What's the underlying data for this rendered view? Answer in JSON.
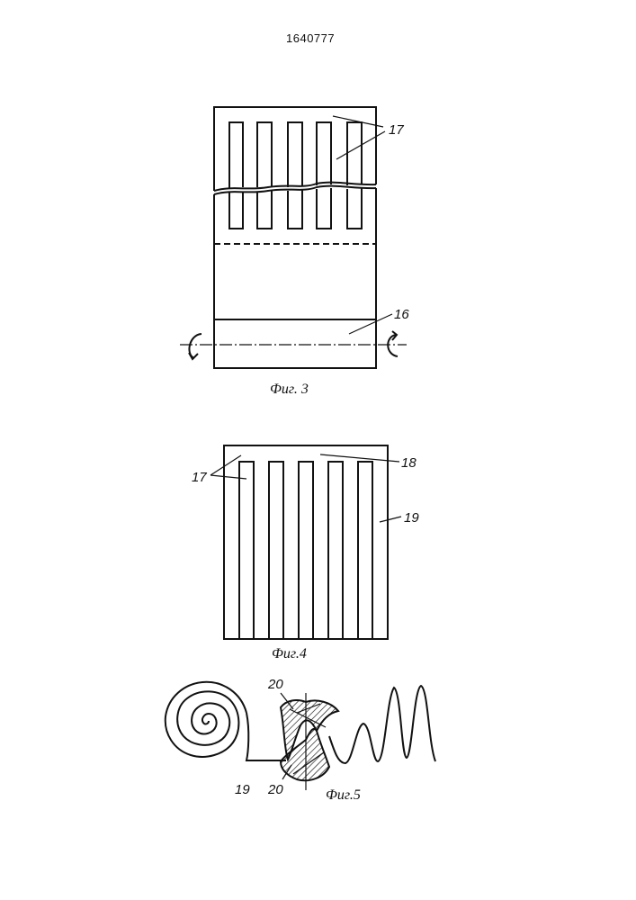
{
  "patent_number": "1640777",
  "fig3": {
    "caption": "Фиг. 3",
    "label_17": "17",
    "label_16": "16"
  },
  "fig4": {
    "caption": "Фиг.4",
    "label_17": "17",
    "label_18": "18",
    "label_19": "19"
  },
  "fig5": {
    "caption": "Фиг.5",
    "label_20_top": "20",
    "label_20_bottom": "20",
    "label_19": "19"
  }
}
